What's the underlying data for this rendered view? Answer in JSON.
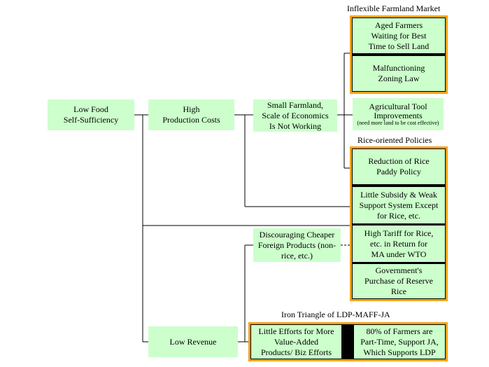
{
  "headings": {
    "market": "Inflexible Farmland Market",
    "policies": "Rice-oriented Policies",
    "triangle": "Iron Triangle of LDP-MAFF-JA"
  },
  "nodes": {
    "low_food": "Low Food\nSelf-Sufficiency",
    "high_costs": "High\nProduction Costs",
    "small_farmland": "Small Farmland,\nScale of Economics\nIs Not Working",
    "aged_farmers": "Aged Farmers\nWaiting for Best\nTime to Sell Land",
    "zoning": "Malfunctioning\nZoning Law",
    "tool_main": "Agricultural Tool\nImprovements",
    "tool_note": "(need more land to be cost effective)",
    "rice_paddy": "Reduction of Rice\nPaddy Policy",
    "subsidy": "Little Subsidy & Weak\nSupport System Except\nfor Rice, etc.",
    "tariff": "High Tariff for Rice,\netc. in Return for\nMA under WTO",
    "reserve": "Government's\nPurchase of Reserve\nRice",
    "discouraging": "Discouraging Cheaper\nForeign Products (non-\nrice, etc.)",
    "low_revenue": "Low Revenue",
    "little_efforts": "Little Efforts for More\nValue-Added\nProducts/ Biz Efforts",
    "part_time": "80% of Farmers are\nPart-Time, Support JA,\nWhich Supports LDP"
  },
  "colors": {
    "box_fill": "#ccffcc",
    "frame_border": "#f4a21c",
    "connector": "#000000"
  }
}
